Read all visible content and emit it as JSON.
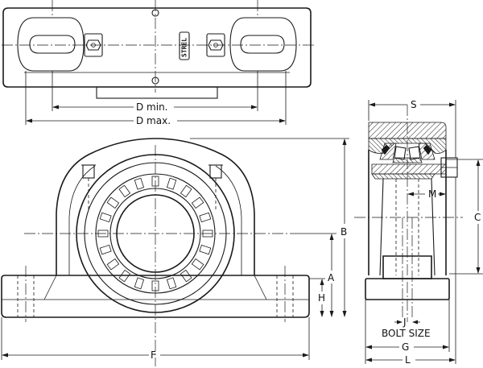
{
  "labels": {
    "d_min": "D min.",
    "d_max": "D max.",
    "b": "B",
    "a": "A",
    "h": "H",
    "f": "F",
    "s": "S",
    "m": "M",
    "c": "C",
    "j": "J",
    "bolt_size": "BOLT SIZE",
    "g": "G",
    "l": "L",
    "stamp": "STREL"
  }
}
